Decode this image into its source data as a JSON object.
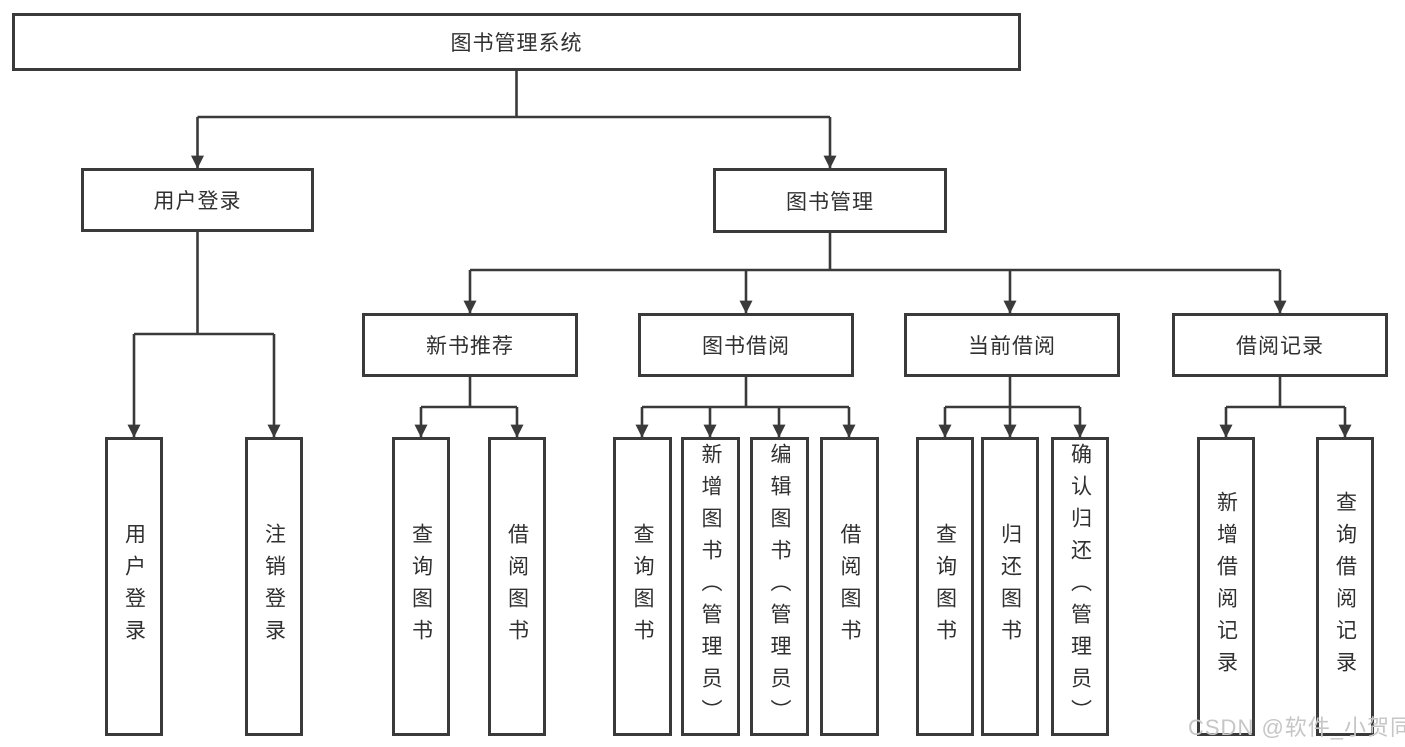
{
  "tree": {
    "label": "图书管理系统",
    "children": [
      {
        "label": "用户登录",
        "children": [
          {
            "label": "用户登录"
          },
          {
            "label": "注销登录"
          }
        ]
      },
      {
        "label": "图书管理",
        "children": [
          {
            "label": "新书推荐",
            "children": [
              {
                "label": "查询图书"
              },
              {
                "label": "借阅图书"
              }
            ]
          },
          {
            "label": "图书借阅",
            "children": [
              {
                "label": "查询图书"
              },
              {
                "label": "新增图书（管理员）"
              },
              {
                "label": "编辑图书（管理员）"
              },
              {
                "label": "借阅图书"
              }
            ]
          },
          {
            "label": "当前借阅",
            "children": [
              {
                "label": "查询图书"
              },
              {
                "label": "归还图书"
              },
              {
                "label": "确认归还（管理员）"
              }
            ]
          },
          {
            "label": "借阅记录",
            "children": [
              {
                "label": "新增借阅记录"
              },
              {
                "label": "查询借阅记录"
              }
            ]
          }
        ]
      }
    ]
  },
  "watermark": {
    "text": "CSDN @软件_小贺同学"
  },
  "colors": {
    "line": "#3a3a3a",
    "box_border": "#3a3a3a",
    "box_fill": "#ffffff",
    "text": "#303030",
    "watermark": "#c6c6c6",
    "background": "#ffffff"
  }
}
